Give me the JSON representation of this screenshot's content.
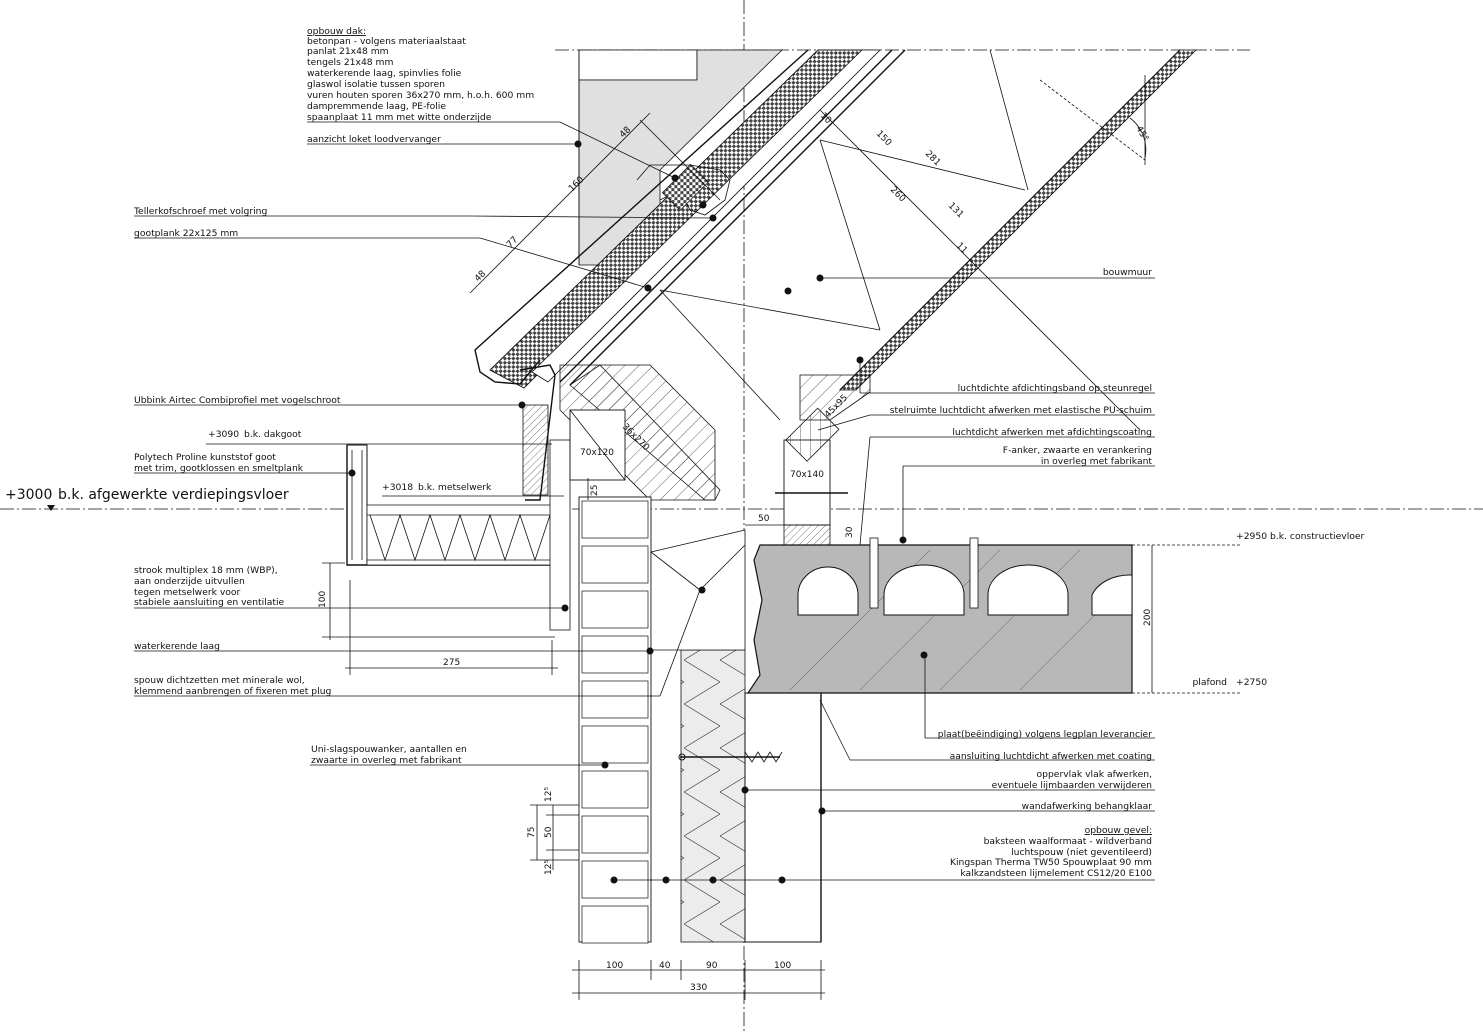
{
  "roof_buildup": {
    "title": "opbouw dak:",
    "lines": [
      "betonpan - volgens materiaalstaat",
      "panlat 21x48 mm",
      "tengels 21x48 mm",
      "waterkerende laag, spinvlies folie",
      "glaswol isolatie tussen sporen",
      "vuren houten sporen 36x270 mm, h.o.h. 600 mm",
      "dampremmende laag, PE-folie",
      "spaanplaat 11 mm met witte onderzijde"
    ]
  },
  "left_labels": {
    "loket": "aanzicht loket loodvervanger",
    "tellerkop": "Tellerkofschroef met volgring",
    "gootplank": "gootplank 22x125 mm",
    "ubbink": "Ubbink Airtec Combiprofiel met vogelschroot",
    "dakgoot_level": "+3090",
    "dakgoot_text": "b.k. dakgoot",
    "polytech_1": "Polytech Proline kunststof goot",
    "polytech_2": "met trim, gootklossen en smeltplank",
    "metselwerk_level": "+3018",
    "metselwerk_text": "b.k. metselwerk",
    "floor_level": "+3000",
    "floor_text": "b.k. afgewerkte verdiepingsvloer",
    "strook_1": "strook multiplex 18 mm (WBP),",
    "strook_2": "aan onderzijde uitvullen",
    "strook_3": "tegen metselwerk voor",
    "strook_4": "stabiele aansluiting en ventilatie",
    "waterkerend": "waterkerende laag",
    "spouw_1": "spouw dichtzetten met minerale wol,",
    "spouw_2": "klemmend aanbrengen of fixeren met plug",
    "uni_1": "Uni-slagspouwanker, aantallen en",
    "uni_2": "zwaarte in overleg met fabrikant"
  },
  "right_labels": {
    "bouwmuur": "bouwmuur",
    "luchtdicht_band": "luchtdichte afdichtingsband op steunregel",
    "stelruimte": "stelruimte luchtdicht afwerken met elastische PU-schuim",
    "luchtdicht_coating": "luchtdicht afwerken met afdichtingscoating",
    "fanker_1": "F-anker, zwaarte en verankering",
    "fanker_2": "in overleg met fabrikant",
    "constructievloer_level": "+2950",
    "constructievloer_text": "b.k. constructievloer",
    "plafond_text": "plafond",
    "plafond_level": "+2750",
    "plaat": "plaat(beëindiging) volgens legplan leverancier",
    "aansluiting": "aansluiting luchtdicht afwerken met coating",
    "oppervlak_1": "oppervlak vlak afwerken,",
    "oppervlak_2": "eventuele lijmbaarden verwijderen",
    "wandafwerking": "wandafwerking behangklaar",
    "gevel_title": "opbouw gevel:",
    "gevel_lines": [
      "baksteen waalformaat - wildverband",
      "luchtspouw (niet geventileerd)",
      "Kingspan Therma TW50 Spouwplaat 90 mm",
      "kalkzandsteen lijmelement CS12/20 E100"
    ]
  },
  "profiles": {
    "p70x120": "70x120",
    "p70x140": "70x140",
    "p36x270": "36x270",
    "p45x95": "45x95"
  },
  "dimensions": {
    "d48_top": "48",
    "d160": "160",
    "d10": "10",
    "d150": "150",
    "d281": "281",
    "d260": "260",
    "d131": "131",
    "d11": "11",
    "d45deg": "45°",
    "d77": "77",
    "d48_left": "48",
    "d25": "25",
    "d50": "50",
    "d30": "30",
    "d100_goot": "100",
    "d275": "275",
    "d200": "200",
    "d12a": "12⁵",
    "d50b": "50",
    "d12b": "12⁵",
    "d75": "75",
    "bottom_100a": "100",
    "bottom_40": "40",
    "bottom_90": "90",
    "bottom_100b": "100",
    "bottom_330": "330"
  }
}
